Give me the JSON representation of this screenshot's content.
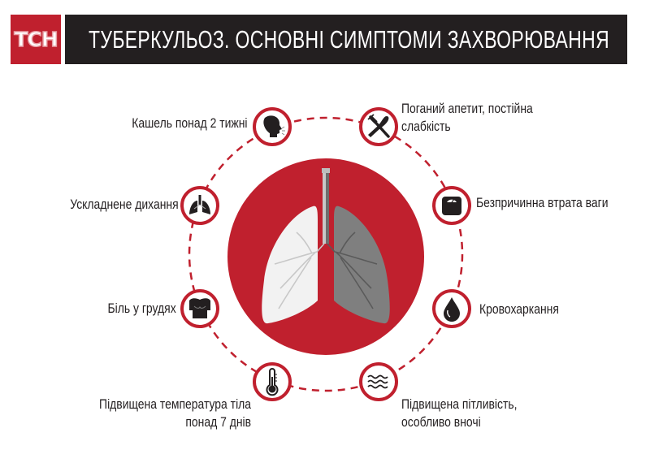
{
  "header": {
    "logo_text": "ТСН",
    "title": "ТУБЕРКУЛЬОЗ. ОСНОВНІ СИМПТОМИ ЗАХВОРЮВАННЯ"
  },
  "colors": {
    "brand_red": "#c0202e",
    "title_bar": "#231f20",
    "text": "#231f20",
    "lung_healthy": "#f2f2f2",
    "lung_diseased": "#7f7f7f"
  },
  "center_graphic": {
    "icon": "lungs-icon",
    "description": "Lungs: left healthy (white), right affected (grey)"
  },
  "symptoms": [
    {
      "id": "cough",
      "icon": "coughing-head-icon",
      "label": "Кашель понад 2 тижні",
      "side": "left"
    },
    {
      "id": "appetite",
      "icon": "fork-knife-icon",
      "label_lines": [
        "Поганий апетит, постійна",
        "слабкість"
      ],
      "side": "right"
    },
    {
      "id": "breathing",
      "icon": "lungs-icon",
      "label": "Ускладнене дихання",
      "side": "left"
    },
    {
      "id": "weight",
      "icon": "scale-icon",
      "label": "Безпричинна втрата ваги",
      "side": "right"
    },
    {
      "id": "chest",
      "icon": "torso-icon",
      "label": "Біль у грудях",
      "side": "left"
    },
    {
      "id": "blood",
      "icon": "blood-drop-icon",
      "label": "Кровохаркання",
      "side": "right"
    },
    {
      "id": "fever",
      "icon": "thermometer-icon",
      "label_lines": [
        "Підвищена температура тіла",
        "понад 7 днів"
      ],
      "side": "left"
    },
    {
      "id": "sweat",
      "icon": "sweat-waves-icon",
      "label_lines": [
        "Підвищена пітливість,",
        "особливо вночі"
      ],
      "side": "right"
    }
  ]
}
